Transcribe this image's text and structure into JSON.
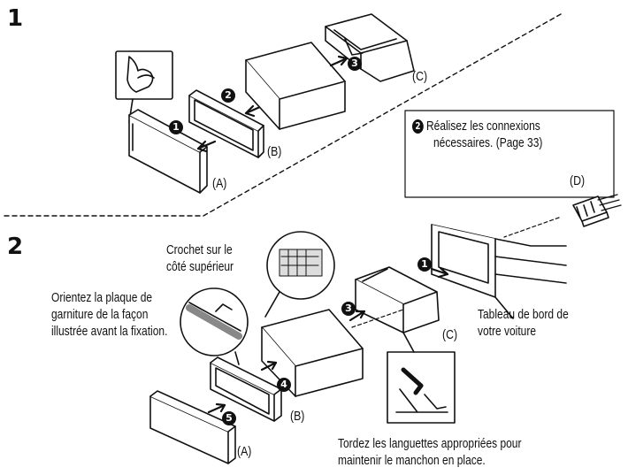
{
  "steps": {
    "step1": "1",
    "step2": "2"
  },
  "markers": {
    "m1": "1",
    "m2": "2",
    "m3": "3",
    "m4": "4",
    "m5": "5"
  },
  "step1_labels": {
    "a": "(A)",
    "b": "(B)",
    "c": "(C)"
  },
  "callout": {
    "marker": "2",
    "line1": "Réalisez les connexions",
    "line2": "nécessaires. (Page 33)",
    "connector_label": "(D)"
  },
  "step2_labels": {
    "hook_line1": "Crochet sur le",
    "hook_line2": "côté supérieur",
    "orient_line1": "Orientez la plaque de",
    "orient_line2": "garniture de la façon",
    "orient_line3": "illustrée avant la fixation.",
    "dashboard_line1": "Tableau de bord de",
    "dashboard_line2": "votre voiture",
    "tabs_line1": "Tordez les languettes appropriées pour",
    "tabs_line2": "maintenir le manchon en place.",
    "a": "(A)",
    "b": "(B)",
    "c": "(C)"
  }
}
